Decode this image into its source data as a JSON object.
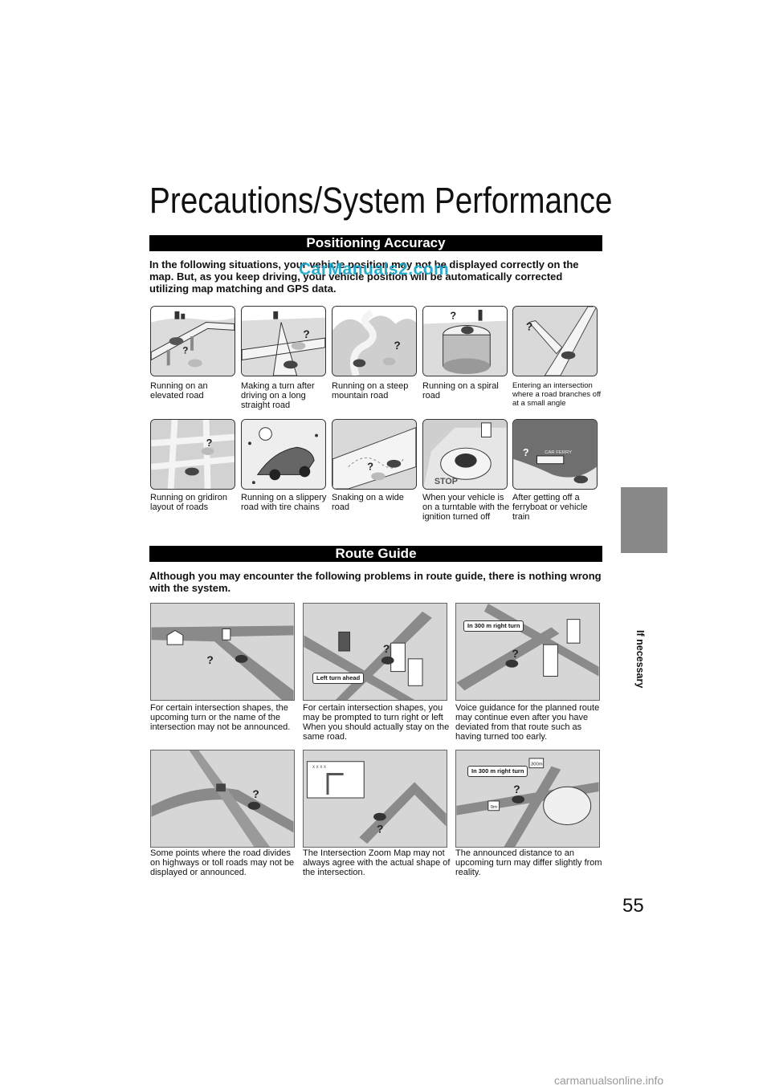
{
  "page_title": "Precautions/System Performance",
  "watermark": "CarManuals2.com",
  "sections": {
    "positioning": {
      "heading": "Positioning Accuracy",
      "intro": "In the following situations, your vehicle position may not be displayed correctly on the map. But, as you keep driving, your vehicle position will be automatically corrected utilizing map matching and GPS data.",
      "items": [
        {
          "caption": "Running on an elevated road",
          "icon": "elevated-road-illustration"
        },
        {
          "caption": "Making a turn after driving on a long straight road",
          "icon": "long-straight-road-illustration"
        },
        {
          "caption": "Running on a steep mountain road",
          "icon": "mountain-road-illustration"
        },
        {
          "caption": "Running on a spiral road",
          "icon": "spiral-road-illustration"
        },
        {
          "caption": "Entering an intersection where a road branches off at a small angle",
          "icon": "small-angle-branch-illustration"
        },
        {
          "caption": "Running on gridiron layout of roads",
          "icon": "gridiron-roads-illustration"
        },
        {
          "caption": "Running on a slippery road with tire chains",
          "icon": "tire-chains-illustration"
        },
        {
          "caption": "Snaking on a wide road",
          "icon": "wide-road-snaking-illustration"
        },
        {
          "caption": "When your vehicle is on a turntable with the ignition turned off",
          "icon": "turntable-illustration",
          "sign_text": "STOP"
        },
        {
          "caption": "After getting off a ferryboat or vehicle train",
          "icon": "ferry-illustration",
          "sign_text": "CAR FERRY"
        }
      ]
    },
    "route": {
      "heading": "Route Guide",
      "intro": "Although you may encounter the following problems in route guide, there is nothing wrong with the system.",
      "items": [
        {
          "caption": "For certain intersection shapes, the upcoming turn or the name of the intersection may not be announced.",
          "icon": "intersection-not-announced-illustration",
          "bubble": ""
        },
        {
          "caption": "For certain intersection shapes, you may be prompted to turn right or left When you should actually stay on the same road.",
          "icon": "wrong-turn-prompt-illustration",
          "bubble": "Left turn ahead"
        },
        {
          "caption": "Voice guidance for the planned route may continue even after you have deviated from that route such as having turned too early.",
          "icon": "deviated-route-illustration",
          "bubble": "In 300 m right turn"
        },
        {
          "caption": "Some points where the road divides on highways or toll roads may not be displayed or announced.",
          "icon": "highway-divide-illustration",
          "bubble": ""
        },
        {
          "caption": "The Intersection Zoom Map may not always agree with the actual shape of the intersection.",
          "icon": "zoom-map-illustration",
          "bubble": "x x x x"
        },
        {
          "caption": "The announced distance to an upcoming turn may differ slightly from reality.",
          "icon": "distance-differ-illustration",
          "bubble": "In 300 m right turn",
          "sign_a": "300m",
          "sign_b": "0m"
        }
      ]
    }
  },
  "side_tab": {
    "label": "If necessary",
    "color": "#888888"
  },
  "page_number": "55",
  "footer": "carmanualsonline.info"
}
